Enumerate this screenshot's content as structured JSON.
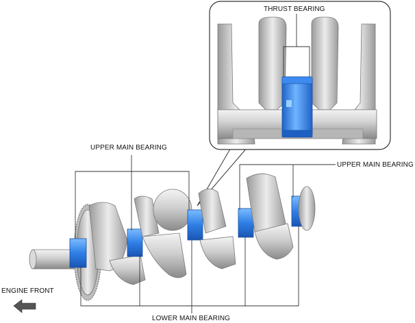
{
  "labels": {
    "thrust_bearing": "THRUST BEARING",
    "upper_main_bearing_left": "UPPER MAIN BEARING",
    "upper_main_bearing_right": "UPPER MAIN BEARING",
    "lower_main_bearing": "LOWER MAIN BEARING",
    "engine_front": "ENGINE FRONT"
  },
  "colors": {
    "bearing_blue": "#2f7fe6",
    "bearing_blue_light": "#5ea8ff",
    "metal_light": "#e9e9e9",
    "metal_mid": "#c4c4c4",
    "metal_dark": "#8e8e8e",
    "leader_line": "#333333",
    "arrow_fill": "#555555"
  },
  "icons": {
    "engine_front_indicator": "arrow-left-icon"
  }
}
